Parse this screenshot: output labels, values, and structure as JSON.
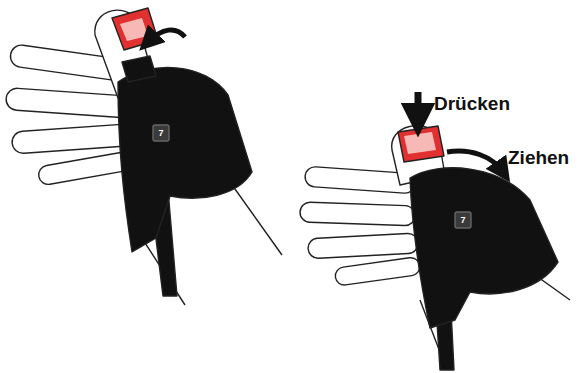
{
  "diagram": {
    "labels": [
      "7",
      "Drücken",
      "Ziehen",
      "7"
    ]
  }
}
